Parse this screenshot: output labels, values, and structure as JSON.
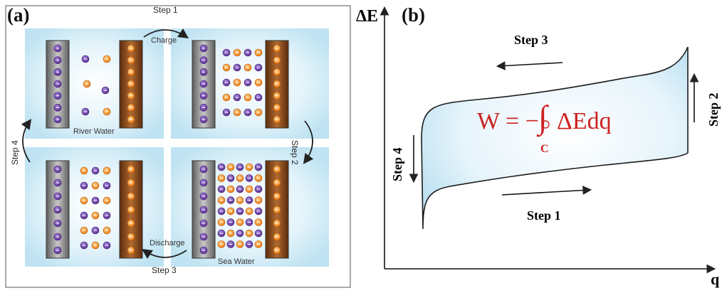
{
  "panel_a": {
    "label": "(a)",
    "step1_label": "Step 1",
    "step1_sub": "Charge",
    "step2_label": "Step 2",
    "step3_label": "Step 3",
    "step3_sub": "Discharge",
    "step4_label": "Step 4",
    "river_label": "River Water",
    "sea_label": "Sea Water",
    "colors": {
      "cell_bg": "#bde3f2",
      "carbon": "#808080",
      "copper": "#8a4a1f",
      "anion": "#6a3fa0",
      "cation": "#f08a24"
    }
  },
  "panel_b": {
    "label": "(b)",
    "y_axis": "ΔE",
    "x_axis": "q",
    "step1": "Step 1",
    "step2": "Step 2",
    "step3": "Step 3",
    "step4": "Step 4",
    "formula_lhs": "W = −",
    "formula_rhs": "ΔEdq",
    "formula_sub": "C",
    "colors": {
      "loop_fill": "#d9eef8",
      "formula": "#cc2222"
    }
  }
}
